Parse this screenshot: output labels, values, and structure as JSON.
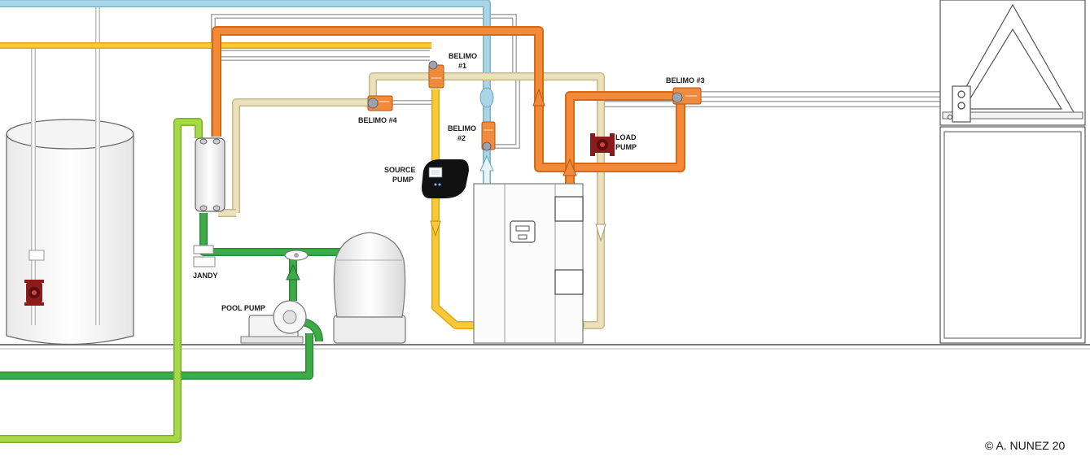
{
  "labels": {
    "belimo1_line1": "BELIMO",
    "belimo1_line2": "#1",
    "belimo2_line1": "BELIMO",
    "belimo2_line2": "#2",
    "belimo3": "BELIMO #3",
    "belimo4": "BELIMO #4",
    "source_pump_line1": "SOURCE",
    "source_pump_line2": "PUMP",
    "load_pump_line1": "LOAD",
    "load_pump_line2": "PUMP",
    "jandy": "JANDY",
    "pool_pump": "POOL PUMP"
  },
  "copyright": "© A. NUNEZ 20",
  "colors": {
    "hot_orange": "#f07e2a",
    "warm_yellow": "#f6c21a",
    "return_beige": "#e8dcae",
    "cold_blue": "#9fcfe1",
    "pool_green": "#3cab48",
    "lime_green": "#9acd3b",
    "pump_red": "#8b1a1a",
    "valve_orange": "#f08a3c"
  },
  "icons": {
    "pump": "circulator-pump-icon",
    "valve": "motorized-valve-icon",
    "flow": "flow-arrow-icon"
  }
}
